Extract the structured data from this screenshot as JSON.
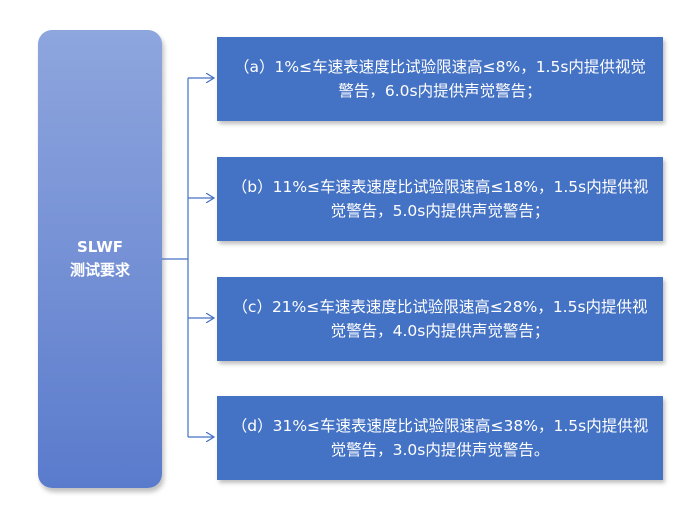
{
  "root": {
    "title_line1": "SLWF",
    "title_line2": "测试要求"
  },
  "items": [
    {
      "text": "（a）1%≤车速表速度比试验限速高≤8%，1.5s内提供视觉警告，6.0s内提供声觉警告；"
    },
    {
      "text": "（b）11%≤车速表速度比试验限速高≤18%，1.5s内提供视觉警告，5.0s内提供声觉警告；"
    },
    {
      "text": "（c）21%≤车速表速度比试验限速高≤28%，1.5s内提供视觉警告，4.0s内提供声觉警告；"
    },
    {
      "text": "（d）31%≤车速表速度比试验限速高≤38%，1.5s内提供视觉警告，3.0s内提供声觉警告。"
    }
  ],
  "colors": {
    "root_fill": "#7893d6",
    "item_fill": "#4472c4",
    "connector": "#4472c4"
  }
}
